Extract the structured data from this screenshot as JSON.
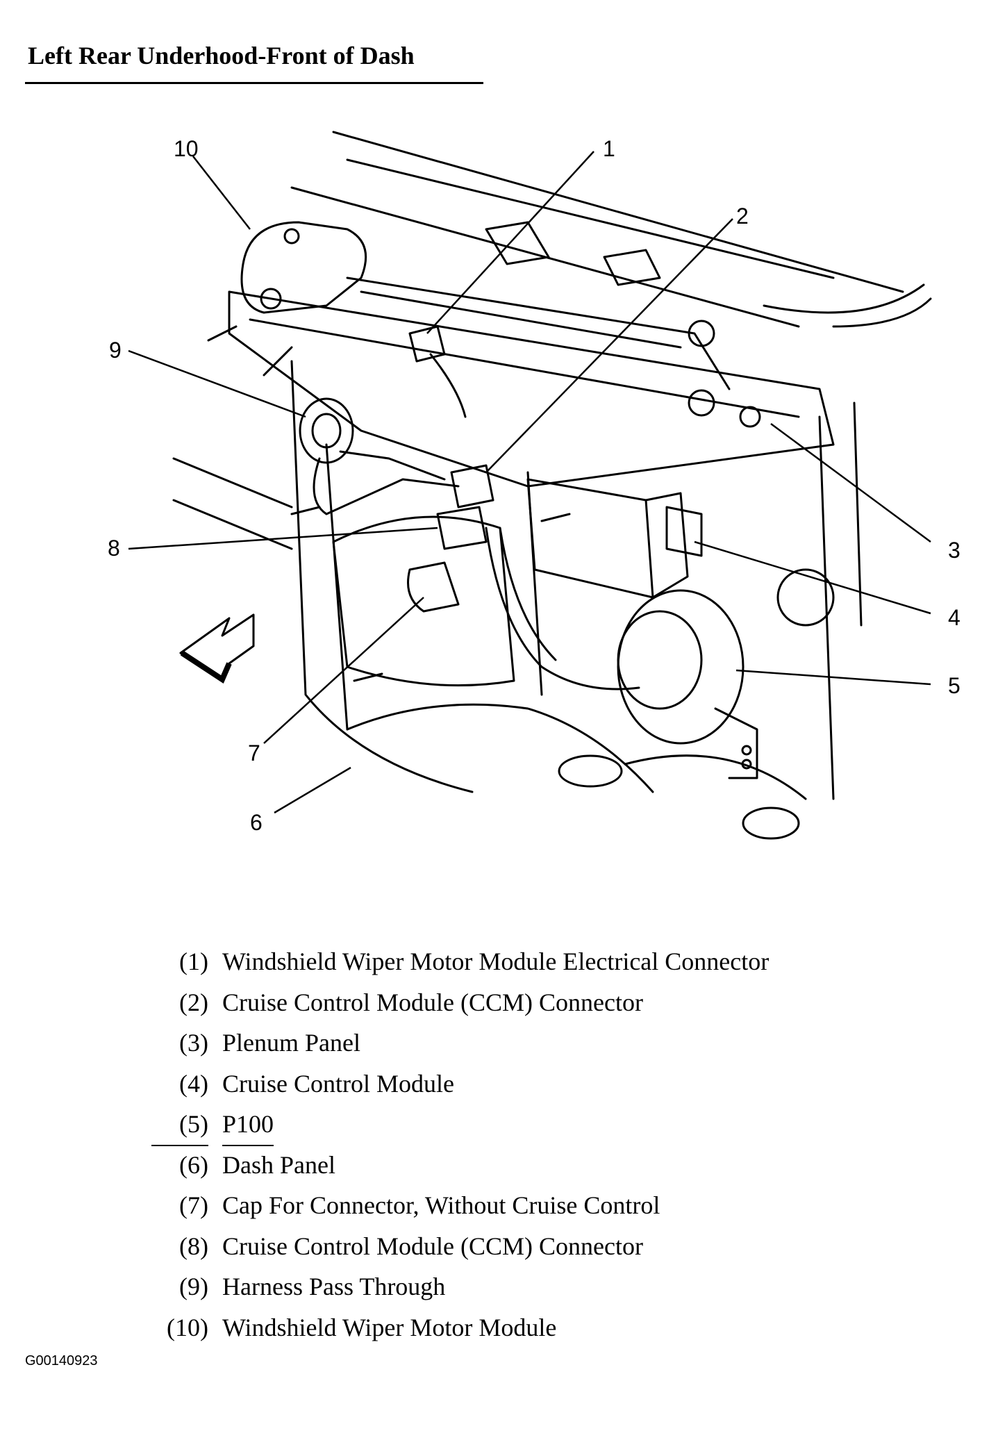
{
  "title": "Left Rear Underhood-Front of Dash",
  "callouts": [
    "1",
    "2",
    "3",
    "4",
    "5",
    "6",
    "7",
    "8",
    "9",
    "10"
  ],
  "legend": [
    {
      "num": "(1)",
      "text": "Windshield Wiper Motor Module Electrical Connector"
    },
    {
      "num": "(2)",
      "text": "Cruise Control Module (CCM) Connector"
    },
    {
      "num": "(3)",
      "text": "Plenum Panel"
    },
    {
      "num": "(4)",
      "text": "Cruise Control Module"
    },
    {
      "num": "(5)",
      "text": "P100"
    },
    {
      "num": "(6)",
      "text": "Dash Panel"
    },
    {
      "num": "(7)",
      "text": "Cap For Connector, Without Cruise Control"
    },
    {
      "num": "(8)",
      "text": "Cruise Control Module (CCM) Connector"
    },
    {
      "num": "(9)",
      "text": "Harness Pass Through"
    },
    {
      "num": "(10)",
      "text": "Windshield Wiper Motor Module"
    }
  ],
  "figure_id": "G00140923"
}
